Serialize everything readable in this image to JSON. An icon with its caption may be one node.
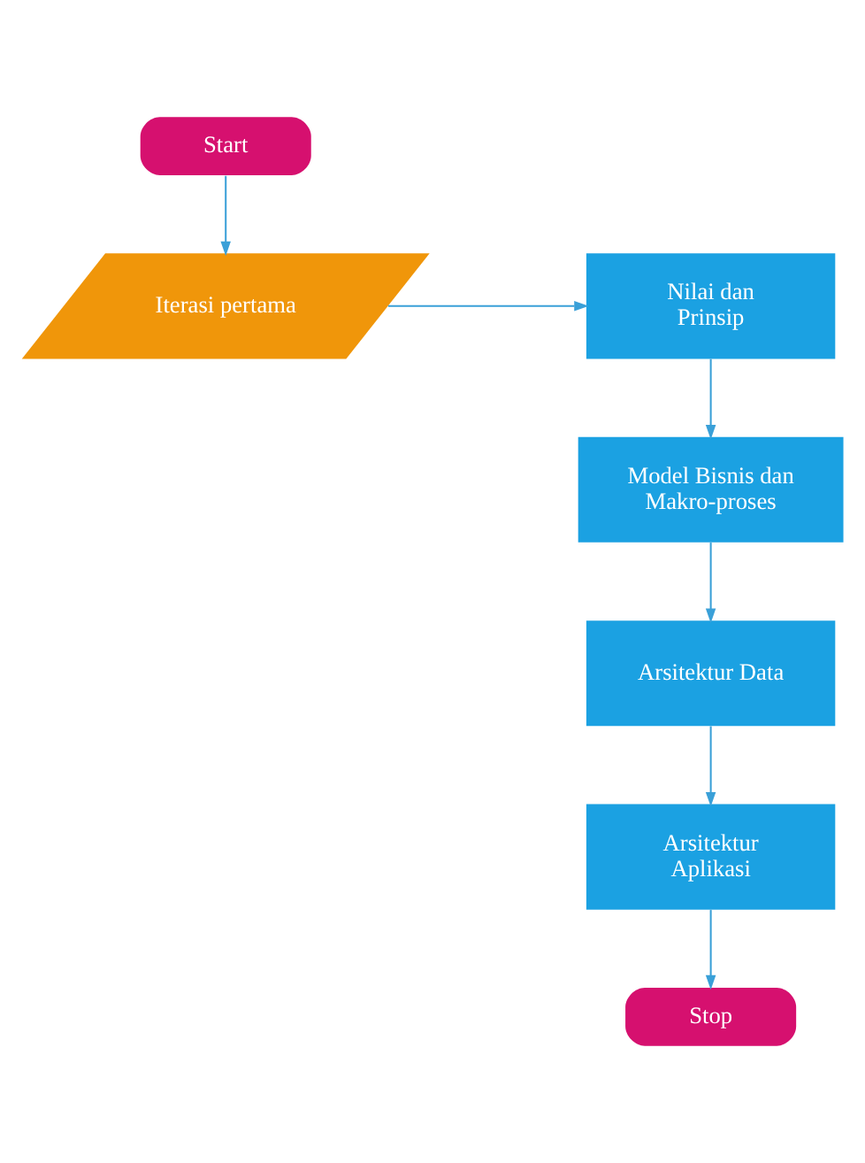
{
  "diagram": {
    "nodes": [
      {
        "text": [
          "Start"
        ]
      },
      {
        "text": [
          "Iterasi pertama"
        ]
      },
      {
        "text": [
          "Nilai dan Prinsip"
        ]
      },
      {
        "text": [
          "Model Bisnis dan Makro-proses"
        ]
      },
      {
        "text": [
          "Arsitektur Data"
        ]
      },
      {
        "text": [
          "Arsitektur Aplikasi"
        ]
      },
      {
        "text": [
          "Stop"
        ]
      }
    ],
    "edges": [
      {
        "from": 0,
        "to": 1,
        "arrow": "to"
      },
      {
        "from": 1,
        "to": 2,
        "arrow": "to"
      },
      {
        "from": 2,
        "to": 3,
        "arrow": "to"
      },
      {
        "from": 3,
        "to": 4,
        "arrow": "to"
      },
      {
        "from": 4,
        "to": 5,
        "arrow": "to"
      },
      {
        "from": 5,
        "to": 6,
        "arrow": "to"
      }
    ]
  }
}
